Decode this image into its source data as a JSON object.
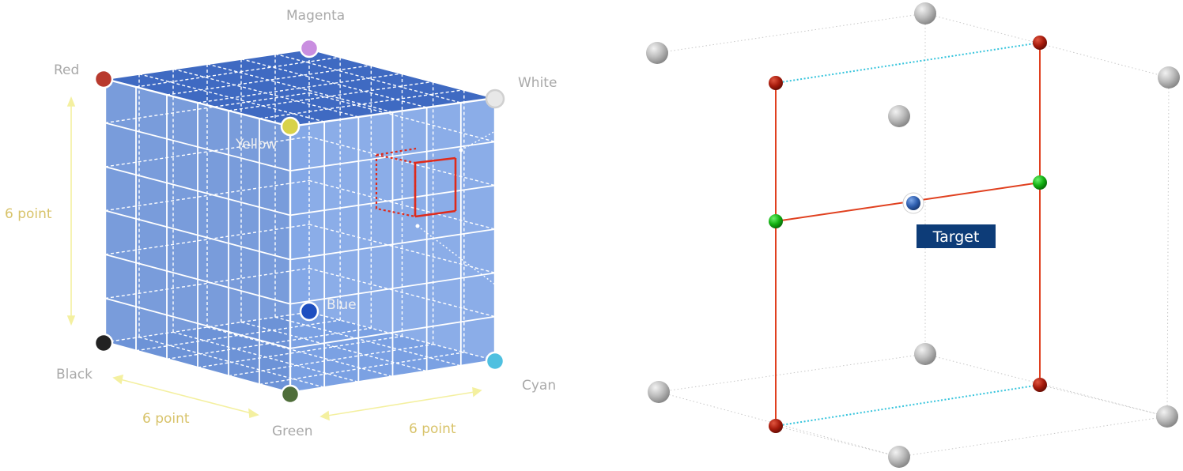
{
  "left_cube": {
    "corners": {
      "red": {
        "label": "Red",
        "color": "#b83a2e"
      },
      "magenta": {
        "label": "Magenta",
        "color": "#c98ee0"
      },
      "white": {
        "label": "White",
        "color": "#e8e8e8"
      },
      "yellow": {
        "label": "Yellow",
        "color": "#d8d24a"
      },
      "black": {
        "label": "Black",
        "color": "#222222"
      },
      "blue": {
        "label": "Blue",
        "color": "#1e4fc0"
      },
      "cyan": {
        "label": "Cyan",
        "color": "#4fc0e0"
      },
      "green": {
        "label": "Green",
        "color": "#4f6e3a"
      }
    },
    "dimension_vertical": "6 point",
    "dimension_left": "6 point",
    "dimension_right": "6 point",
    "grid_divisions": 6
  },
  "right_diagram": {
    "target_label": "Target",
    "colors": {
      "gray_node": "#bdbdbd",
      "red_node": "#a61b0c",
      "green_node": "#12b012",
      "blue_node": "#2f5fb0",
      "red_line": "#e0401f",
      "cyan_line": "#35c4dc",
      "target_box": "#0d3c78"
    }
  }
}
